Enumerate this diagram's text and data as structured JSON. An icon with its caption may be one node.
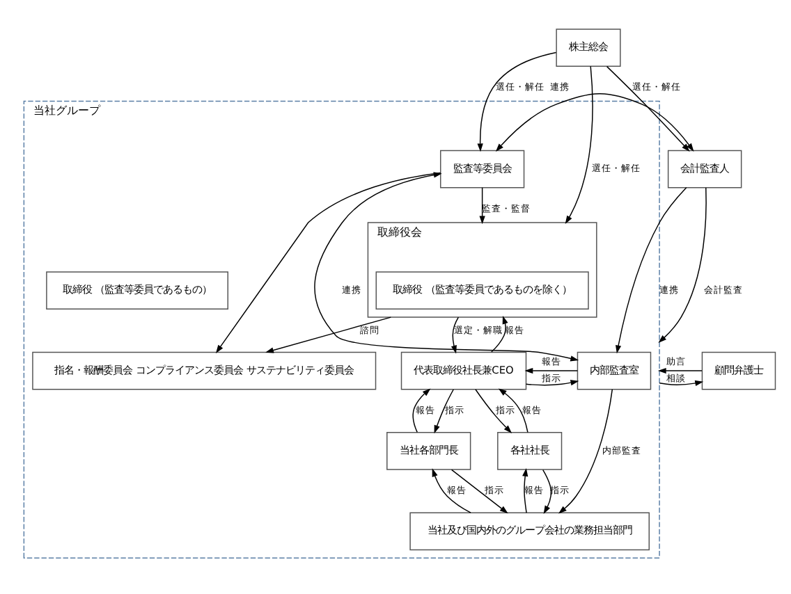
{
  "diagram": {
    "nodes": [
      {
        "text": [
          "株主総会"
        ]
      },
      {
        "text": [
          "当社グループ"
        ]
      },
      {
        "text": [
          "取締役会"
        ],
        "in": 1
      },
      {
        "text": [
          "取締役 （監査等委員であるものを除く）"
        ],
        "in": 2
      },
      {
        "text": [
          "監査等委員会"
        ],
        "in": 1
      },
      {
        "text": [
          "取締役 （監査等委員であるもの）"
        ],
        "in": 1
      },
      {
        "text": [
          "指名・報酬委員会 コンプライアンス委員会 サステナビリティ委員会"
        ],
        "in": 1
      },
      {
        "text": [
          "代表取締役社長兼CEO"
        ],
        "in": 1
      },
      {
        "text": [
          "内部監査室"
        ],
        "in": 1
      },
      {
        "text": [
          "各社社長"
        ],
        "in": 1
      },
      {
        "text": [
          "当社各部門長"
        ],
        "in": 1
      },
      {
        "text": [
          "当社及び国内外のグループ会社の業務担当部門"
        ],
        "in": 1
      },
      {
        "text": [
          "会計監査人"
        ]
      },
      {
        "text": [
          "顧問弁護士"
        ]
      }
    ],
    "edges": [
      {
        "from": 0,
        "to": 2,
        "arrow": "to",
        "label": "選任・解任"
      },
      {
        "from": 0,
        "to": 4,
        "arrow": "to",
        "label": "選任・解任"
      },
      {
        "from": 0,
        "to": 12,
        "arrow": "to",
        "label": "選任・解任"
      },
      {
        "from": 4,
        "to": 2,
        "arrow": "to",
        "label": "監査・監督"
      },
      {
        "from": 4,
        "to": 12,
        "arrow": "both",
        "label": "連携"
      },
      {
        "from": 2,
        "to": 6,
        "arrow": "to",
        "label": "諮問"
      },
      {
        "from": 4,
        "to": 8,
        "arrow": "both",
        "label": "連携"
      },
      {
        "from": 4,
        "to": 6,
        "arrow": "to"
      },
      {
        "from": 2,
        "to": 7,
        "arrow": "to",
        "label": "選定・解職"
      },
      {
        "from": 7,
        "to": 2,
        "arrow": "to",
        "label": "報告"
      },
      {
        "from": 8,
        "to": 7,
        "arrow": "to",
        "label": "報告"
      },
      {
        "from": 7,
        "to": 8,
        "arrow": "to",
        "label": "指示"
      },
      {
        "from": 12,
        "to": 8,
        "arrow": "to",
        "label": "連携"
      },
      {
        "from": 12,
        "to": 1,
        "arrow": "to",
        "label": "会計監査"
      },
      {
        "from": 13,
        "to": 1,
        "arrow": "to",
        "label": "助言"
      },
      {
        "from": 1,
        "to": 13,
        "arrow": "to",
        "label": "相談"
      },
      {
        "from": 7,
        "to": 9,
        "arrow": "to",
        "label": "指示"
      },
      {
        "from": 9,
        "to": 7,
        "arrow": "to",
        "label": "報告"
      },
      {
        "from": 7,
        "to": 10,
        "arrow": "to",
        "label": "指示"
      },
      {
        "from": 10,
        "to": 7,
        "arrow": "to",
        "label": "報告"
      },
      {
        "from": 9,
        "to": 11,
        "arrow": "to",
        "label": "指示"
      },
      {
        "from": 11,
        "to": 9,
        "arrow": "to",
        "label": "報告"
      },
      {
        "from": 10,
        "to": 11,
        "arrow": "to",
        "label": "指示"
      },
      {
        "from": 11,
        "to": 10,
        "arrow": "to",
        "label": "報告"
      },
      {
        "from": 8,
        "to": 11,
        "arrow": "to",
        "label": "内部監査"
      }
    ]
  }
}
